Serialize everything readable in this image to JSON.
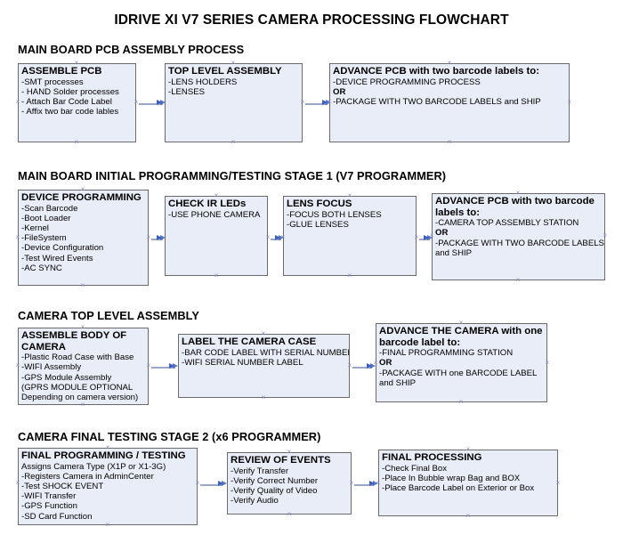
{
  "document": {
    "title": "IDRIVE XI V7 SERIES CAMERA PROCESSING FLOWCHART"
  },
  "colors": {
    "node_fill": "#e8edf7",
    "node_border": "#6a6a6a",
    "arrow_line": "#9aa7c7",
    "arrow_head": "#3a5fbf",
    "text": "#000000",
    "handle": "#8c8ccb"
  },
  "sections": [
    {
      "heading": "MAIN BOARD PCB ASSEMBLY PROCESS",
      "nodes": [
        {
          "title": "ASSEMBLE PCB",
          "lines": [
            {
              "text": "-SMT processes",
              "bold": false
            },
            {
              "text": "- HAND Solder processes",
              "bold": false
            },
            {
              "text": "- Attach Bar Code Label",
              "bold": false
            },
            {
              "text": "- Affix two bar code lables",
              "bold": false
            }
          ]
        },
        {
          "title": "TOP LEVEL ASSEMBLY",
          "lines": [
            {
              "text": "-LENS HOLDERS",
              "bold": false
            },
            {
              "text": "-LENSES",
              "bold": false
            }
          ]
        },
        {
          "title": "ADVANCE PCB with two barcode labels to:",
          "lines": [
            {
              "text": "-DEVICE PROGRAMMING PROCESS",
              "bold": false
            },
            {
              "text": "OR",
              "bold": true
            },
            {
              "text": "-PACKAGE WITH TWO BARCODE LABELS and SHIP",
              "bold": false
            }
          ]
        }
      ]
    },
    {
      "heading": "MAIN BOARD INITIAL PROGRAMMING/TESTING STAGE 1 (V7 PROGRAMMER)",
      "nodes": [
        {
          "title": "DEVICE PROGRAMMING",
          "lines": [
            {
              "text": "-Scan Barcode",
              "bold": false
            },
            {
              "text": "-Boot Loader",
              "bold": false
            },
            {
              "text": "-Kernel",
              "bold": false
            },
            {
              "text": "-FileSystem",
              "bold": false
            },
            {
              "text": "-Device Configuration",
              "bold": false
            },
            {
              "text": "-Test Wired Events",
              "bold": false
            },
            {
              "text": "-AC SYNC",
              "bold": false
            }
          ]
        },
        {
          "title": "CHECK IR LEDs",
          "lines": [
            {
              "text": "-USE PHONE CAMERA",
              "bold": false
            }
          ]
        },
        {
          "title": "LENS FOCUS",
          "lines": [
            {
              "text": "-FOCUS BOTH LENSES",
              "bold": false
            },
            {
              "text": "-GLUE LENSES",
              "bold": false
            }
          ]
        },
        {
          "title": "ADVANCE PCB with two barcode labels to:",
          "lines": [
            {
              "text": "-CAMERA TOP ASSEMBLY STATION",
              "bold": false
            },
            {
              "text": "OR",
              "bold": true
            },
            {
              "text": "-PACKAGE WITH TWO BARCODE LABELS",
              "bold": false
            },
            {
              "text": "and SHIP",
              "bold": false
            }
          ]
        }
      ]
    },
    {
      "heading": "CAMERA TOP LEVEL ASSEMBLY",
      "nodes": [
        {
          "title": "ASSEMBLE BODY OF CAMERA",
          "lines": [
            {
              "text": "-Plastic Road Case with Base",
              "bold": false
            },
            {
              "text": "-WIFI Assembly",
              "bold": false
            },
            {
              "text": "-GPS Module Assembly",
              "bold": false
            },
            {
              "text": "(GPRS MODULE OPTIONAL",
              "bold": false
            },
            {
              "text": "Depending on camera version)",
              "bold": false
            }
          ]
        },
        {
          "title": "LABEL THE CAMERA CASE",
          "lines": [
            {
              "text": "-BAR CODE LABEL WITH SERIAL NUMBER",
              "bold": false
            },
            {
              "text": "-WIFI SERIAL NUMBER LABEL",
              "bold": false
            }
          ]
        },
        {
          "title": "ADVANCE THE CAMERA with one barcode label to:",
          "lines": [
            {
              "text": "-FINAL PROGRAMMING STATION",
              "bold": false
            },
            {
              "text": "OR",
              "bold": true
            },
            {
              "text": "-PACKAGE WITH one BARCODE LABEL",
              "bold": false
            },
            {
              "text": "and SHIP",
              "bold": false
            }
          ]
        }
      ]
    },
    {
      "heading": "CAMERA FINAL TESTING STAGE 2 (x6 PROGRAMMER)",
      "nodes": [
        {
          "title": "FINAL PROGRAMMING / TESTING",
          "lines": [
            {
              "text": "Assigns Camera Type (X1P or X1-3G)",
              "bold": false
            },
            {
              "text": "-Registers Camera in AdminCenter",
              "bold": false
            },
            {
              "text": "-Test SHOCK EVENT",
              "bold": false
            },
            {
              "text": "-WIFI Transfer",
              "bold": false
            },
            {
              "text": "-GPS Function",
              "bold": false
            },
            {
              "text": "-SD Card Function",
              "bold": false
            }
          ]
        },
        {
          "title": "REVIEW OF EVENTS",
          "lines": [
            {
              "text": "-Verify Transfer",
              "bold": false
            },
            {
              "text": "-Verify Correct Number",
              "bold": false
            },
            {
              "text": "-Verify Quality of Video",
              "bold": false
            },
            {
              "text": "-Verify Audio",
              "bold": false
            }
          ]
        },
        {
          "title": "FINAL PROCESSING",
          "lines": [
            {
              "text": " -Check Final Box",
              "bold": false
            },
            {
              "text": "-Place In Bubble wrap Bag and BOX",
              "bold": false
            },
            {
              "text": "-Place Barcode Label on Exterior or Box",
              "bold": false
            }
          ]
        }
      ]
    }
  ]
}
